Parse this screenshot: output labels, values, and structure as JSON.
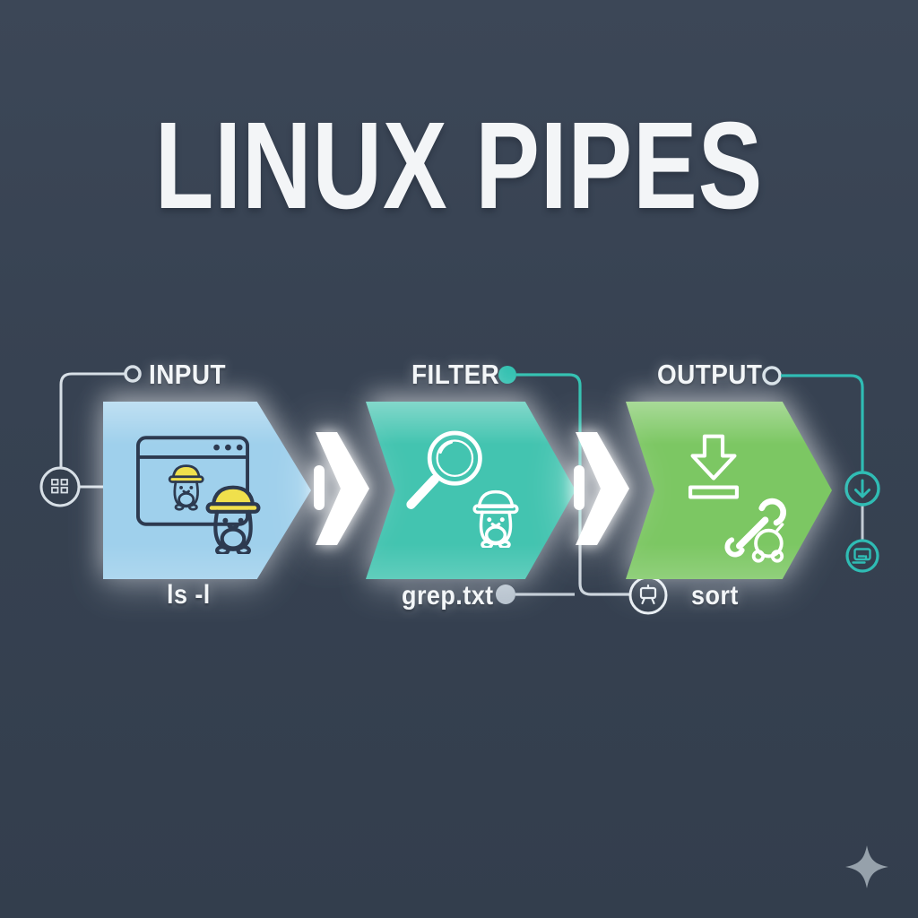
{
  "title": "LINUX PIPES",
  "stages": [
    {
      "label": "INPUT",
      "command": "ls -l",
      "color": "#9fd0ec",
      "icon": "browser-window-construction-penguins-icon"
    },
    {
      "label": "FILTER",
      "command": "grep.txt",
      "color": "#43c4b0",
      "icon": "magnifier-penguin-icon"
    },
    {
      "label": "OUTPUT",
      "command": "sort",
      "color": "#7cc763",
      "icon": "download-tray-wrench-robot-icon"
    }
  ],
  "pipes": {
    "icon": "pipe-chevron-bar-icon",
    "count": 2
  },
  "connectors": {
    "input_source_icon": "data-grid-circle-icon",
    "sort_board_icon": "board-flag-circle-icon",
    "output_download_icon": "down-arrow-circle-icon",
    "output_terminal_icon": "monitor-circle-icon"
  },
  "decor": {
    "sparkle_icon": "four-point-sparkle-icon"
  },
  "colors": {
    "background_top": "#3c4757",
    "background_bottom": "#333e4d",
    "stage_input": "#9fd0ec",
    "stage_filter": "#43c4b0",
    "stage_output": "#7cc763",
    "accent_teal": "#2fbcb4",
    "line_gray": "#cdd5dd",
    "text_white": "#f3f5f7",
    "icon_outline_navy": "#2d3a50",
    "hard_hat_yellow": "#f0e04c",
    "sparkle_gray": "#96a1ab"
  }
}
